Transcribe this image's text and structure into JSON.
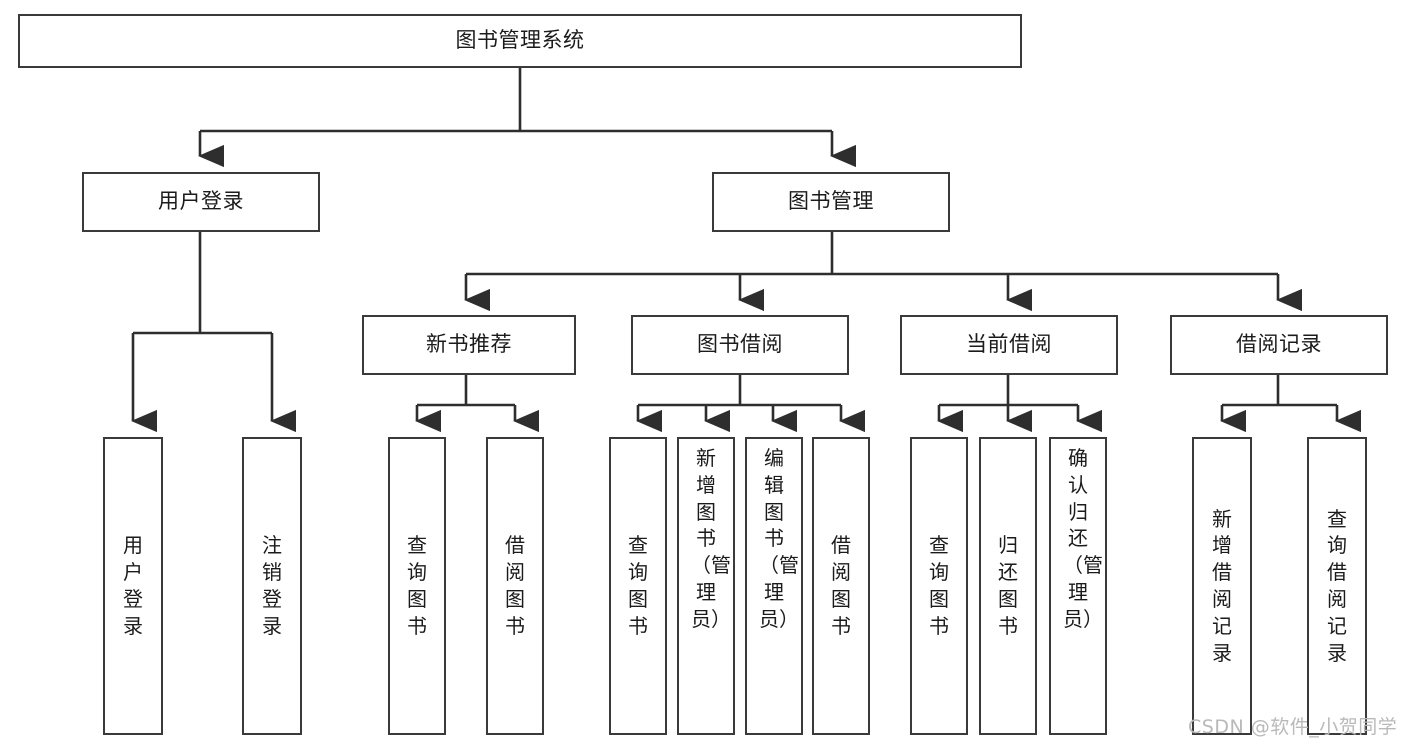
{
  "diagram": {
    "type": "tree",
    "root": {
      "label": "图书管理系统"
    },
    "level2": [
      {
        "label": "用户登录"
      },
      {
        "label": "图书管理"
      }
    ],
    "level3": [
      {
        "label": "新书推荐"
      },
      {
        "label": "图书借阅"
      },
      {
        "label": "当前借阅"
      },
      {
        "label": "借阅记录"
      }
    ],
    "leaves": {
      "user_login": [
        {
          "label": "用户登录"
        },
        {
          "label": "注销登录"
        }
      ],
      "new_book_recommend": [
        {
          "label": "查询图书"
        },
        {
          "label": "借阅图书"
        }
      ],
      "book_borrow": [
        {
          "label": "查询图书"
        },
        {
          "label": "新增图书（管理员）"
        },
        {
          "label": "编辑图书（管理员）"
        },
        {
          "label": "借阅图书"
        }
      ],
      "current_borrow": [
        {
          "label": "查询图书"
        },
        {
          "label": "归还图书"
        },
        {
          "label": "确认归还（管理员）"
        }
      ],
      "borrow_record": [
        {
          "label": "新增借阅记录"
        },
        {
          "label": "查询借阅记录"
        }
      ]
    }
  },
  "watermark": {
    "text": "CSDN @软件_小贺同学"
  },
  "colors": {
    "box_border": "#3a3a3a",
    "box_fill": "#ffffff",
    "connector": "#2e2e2e",
    "text": "#1b1b1b",
    "watermark": "#b9b9b9"
  }
}
